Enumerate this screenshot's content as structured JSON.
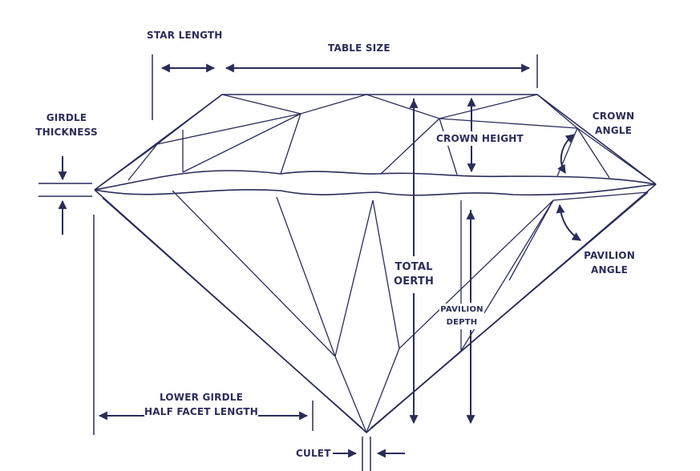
{
  "labels": {
    "star_length": "STAR LENGTH",
    "table_size": "TABLE SIZE",
    "girdle_thickness": [
      "GIRDLE",
      "THICKNESS"
    ],
    "crown_angle": [
      "CROWN",
      "ANGLE"
    ],
    "crown_height": "CROWN HEIGHT",
    "total_depth": [
      "TOTAL",
      "OERTH"
    ],
    "pavilion_angle": [
      "PAVILION",
      "ANGLE"
    ],
    "pavilion_depth": [
      "PAVILION",
      "DEPTH"
    ],
    "lower_girdle": [
      "LOWER GIRDLE",
      "HALF FACET LENGTH"
    ],
    "culet": "CULET"
  },
  "colors": {
    "ink": "#2a2c5a",
    "background": "#ffffff"
  }
}
